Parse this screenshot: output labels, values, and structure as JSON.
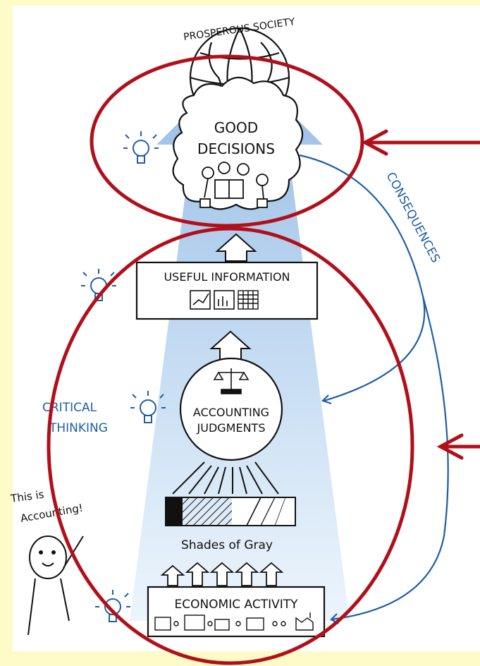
{
  "labels": {
    "top": "PROSPEROUS SOCIETY",
    "good_decisions_line1": "GOOD",
    "good_decisions_line2": "DECISIONS",
    "useful_information": "USEFUL INFORMATION",
    "accounting_judgments_line1": "ACCOUNTING",
    "accounting_judgments_line2": "JUDGMENTS",
    "shades_of_gray": "Shades of Gray",
    "economic_activity": "ECONOMIC ACTIVITY",
    "critical_line1": "CRITICAL",
    "critical_line2": "THINKING",
    "consequences": "CONSEQUENCES",
    "speech_line1": "This is",
    "speech_line2": "Accounting!"
  },
  "colors": {
    "background": "#fffbc8",
    "highlight_red": "#b10f1a",
    "ink_blue": "#1f5fa5",
    "beam_blue": "#8fb8e3",
    "ink_black": "#111111"
  },
  "icons": [
    "globe-icon",
    "lightbulb-icon",
    "scale-icon",
    "chart-icon",
    "grid-icon",
    "people-icon",
    "factory-icon",
    "stick-figure-icon"
  ]
}
